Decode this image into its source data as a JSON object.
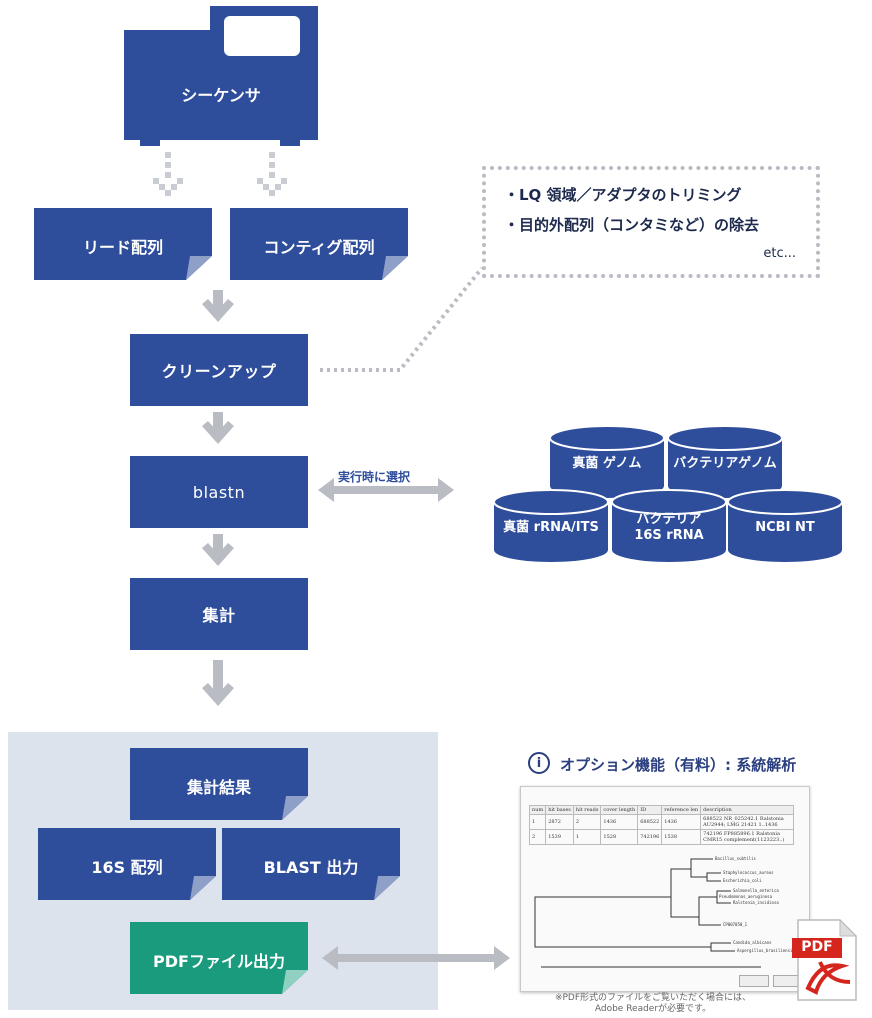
{
  "sequencer": {
    "label": "シーケンサ"
  },
  "reads": {
    "label": "リード配列"
  },
  "contigs": {
    "label": "コンティグ配列"
  },
  "cleanup": {
    "label": "クリーンアップ",
    "notes": [
      "・LQ 領域／アダプタのトリミング",
      "・目的外配列（コンタミなど）の除去"
    ],
    "etc": "etc..."
  },
  "blastn": {
    "label": "blastn",
    "select_label": "実行時に選択"
  },
  "databases": [
    "真菌 ゲノム",
    "バクテリアゲノム",
    "真菌 rRNA/ITS",
    "バクテリア\n16S rRNA",
    "NCBI NT"
  ],
  "aggregate": {
    "label": "集計"
  },
  "results": {
    "label": "集計結果",
    "seq16s": "16S 配列",
    "blast_out": "BLAST 出力",
    "pdf_out": "PDFファイル出力"
  },
  "option": {
    "icon": "i",
    "title": "オプション機能（有料）: 系統解析",
    "pdf_icon_text": "PDF",
    "footnote_line1": "※PDF形式のファイルをご覧いただく場合には、",
    "footnote_line2": "Adobe Readerが必要です。"
  },
  "colors": {
    "navy": "#2e4d9b",
    "teal": "#1a9b7d",
    "gray_arrow": "#b9bcc3",
    "panel": "#dde3ec"
  }
}
